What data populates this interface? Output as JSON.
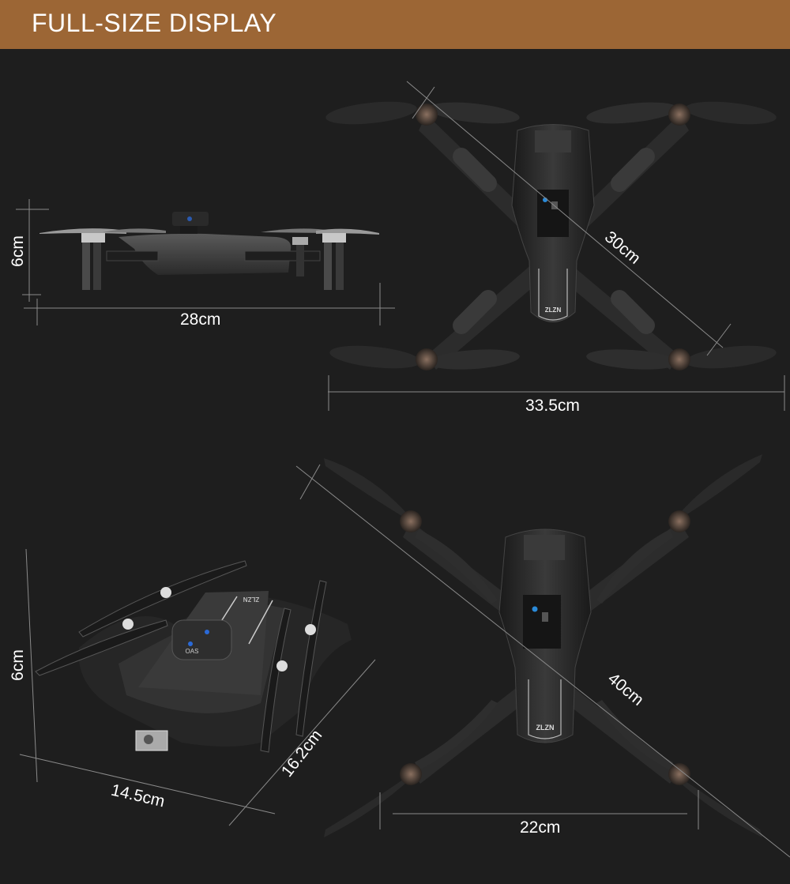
{
  "header": {
    "title": "FULL-SIZE DISPLAY",
    "background_color": "#9c6635",
    "text_color": "#ffffff"
  },
  "page": {
    "background_color": "#1e1e1e"
  },
  "views": {
    "side_view": {
      "height_label": "6cm",
      "length_label": "28cm"
    },
    "top_view_folded_arms_open": {
      "diagonal_label": "30cm",
      "width_label": "33.5cm",
      "brand_logo": "ZLZN"
    },
    "folded_view": {
      "height_label": "6cm",
      "length_label": "14.5cm",
      "width_label": "16.2cm",
      "sensor_label": "OAS",
      "brand_logo": "ZLZN"
    },
    "top_view_unfolded": {
      "diagonal_label": "40cm",
      "wheelbase_label": "22cm",
      "brand_logo": "ZLZN"
    }
  }
}
